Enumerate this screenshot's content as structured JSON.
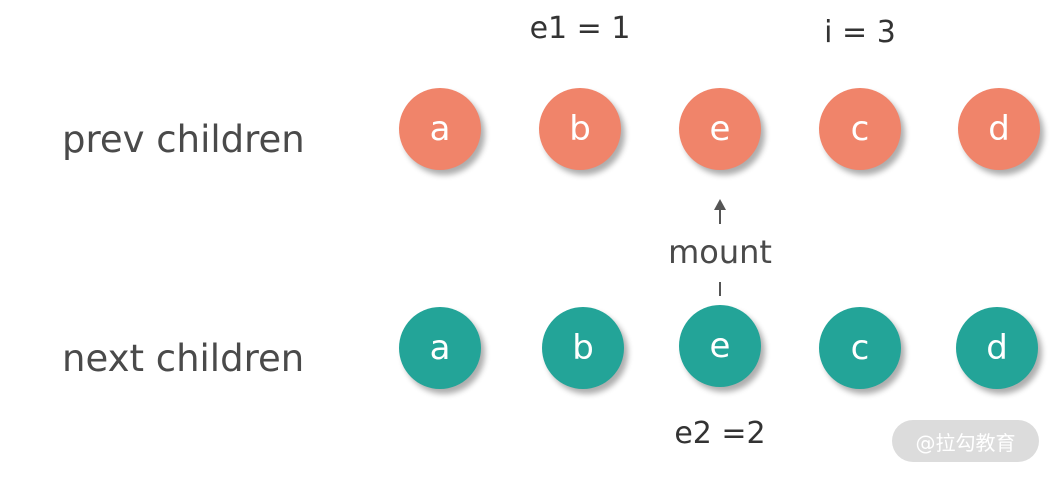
{
  "rows": {
    "prev": {
      "label": "prev children",
      "color": "#F0846A",
      "nodes": [
        "a",
        "b",
        "e",
        "c",
        "d"
      ]
    },
    "next": {
      "label": "next children",
      "color": "#23A498",
      "nodes": [
        "a",
        "b",
        "e",
        "c",
        "d"
      ]
    }
  },
  "annotations": {
    "e1": "e1 = 1",
    "i": "i = 3",
    "e2": "e2 =2",
    "mount": "mount"
  },
  "watermark": "@拉勾教育"
}
